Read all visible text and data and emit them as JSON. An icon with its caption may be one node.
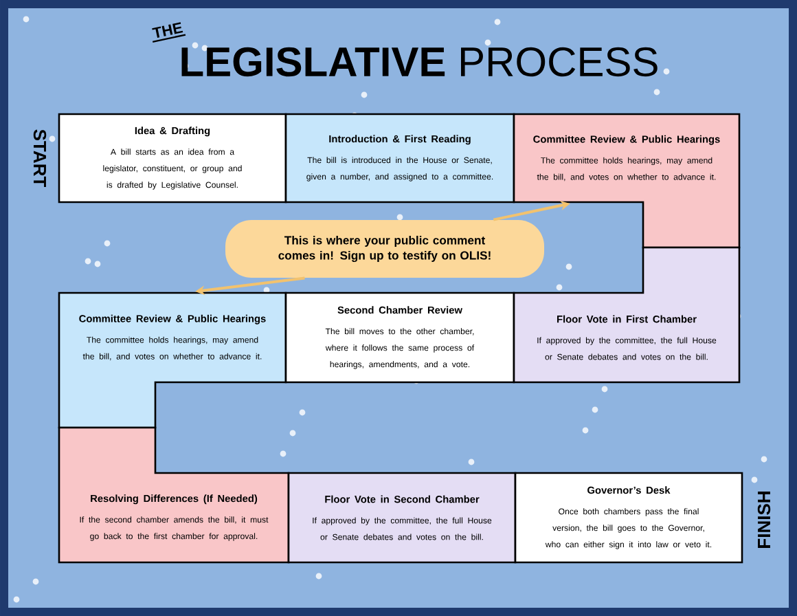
{
  "diagram": {
    "title": "**LEGISLATIVE** PROCESS",
    "nodes": [
      {
        "text": [
          "Idea & Drafting",
          "A bill starts as an idea from a legislator, constituent, or group and is drafted by Legislative Counsel."
        ]
      },
      {
        "text": [
          "Introduction & First Reading",
          "The bill is introduced in the House or Senate, given a number, and assigned to a committee."
        ]
      },
      {
        "text": [
          "Committee Review & Public Hearings",
          "The committee holds hearings, may amend the bill, and votes on whether to advance it."
        ]
      },
      {
        "text": [
          "Committee Review & Public Hearings",
          "The committee holds hearings, may amend the bill, and votes on whether to advance it."
        ]
      },
      {
        "text": [
          "Second Chamber Review",
          "The bill moves to the other chamber, where it follows the same process of hearings, amendments, and a vote."
        ]
      },
      {
        "text": [
          "Floor Vote in First Chamber",
          "If approved by the committee, the full House or Senate debates and votes on the bill."
        ]
      },
      {
        "text": [
          "Resolving Differences (If Needed)",
          "If the second chamber amends the bill, it must go back to the first chamber for approval."
        ]
      },
      {
        "text": [
          "Floor Vote in Second Chamber",
          "If approved by the committee, the full House or Senate debates and votes on the bill."
        ]
      },
      {
        "text": [
          "Governor’s Desk",
          "Once both chambers pass the final version, the bill goes to the Governor, who can either sign it into law or veto it."
        ]
      },
      {
        "text": [
          "This is where your public comment comes in! Sign up to testify on OLIS!"
        ]
      }
    ],
    "edges": [
      {
        "from": 9,
        "to": 2,
        "arrow": "to"
      },
      {
        "from": 9,
        "to": 3,
        "arrow": "to"
      }
    ],
    "labels": [
      "THE",
      "START",
      "FINISH"
    ]
  }
}
